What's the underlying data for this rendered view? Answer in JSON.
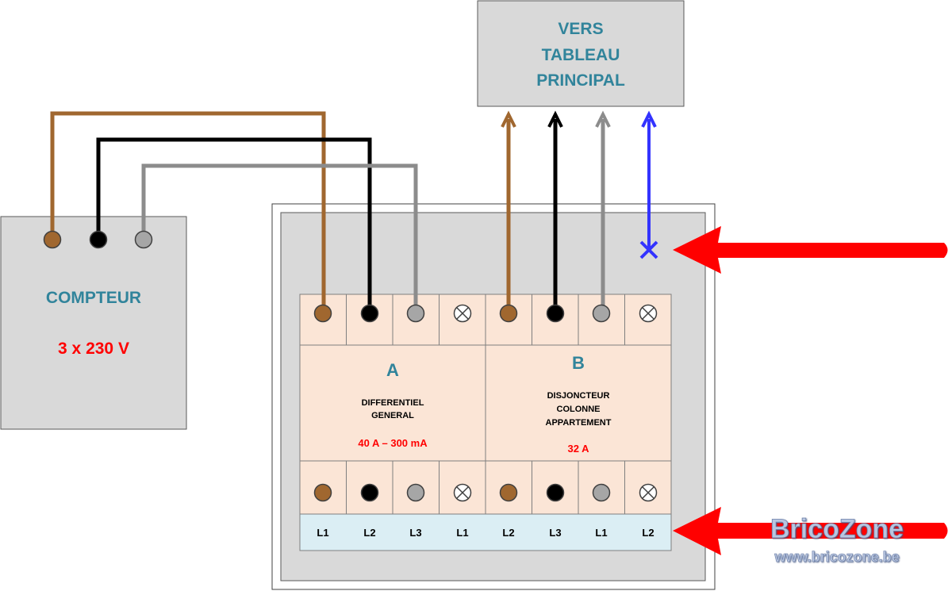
{
  "colors": {
    "brown": "#a0672f",
    "black": "#000000",
    "grey": "#8c8c8c",
    "blue": "#3333ff",
    "red": "#ff0000",
    "teal": "#31849b",
    "box_fill": "#d9d9d9",
    "panel_fill": "#fbe5d6",
    "strip_fill": "#dbeef4"
  },
  "compteur": {
    "title": "COMPTEUR",
    "voltage": "3 x 230 V",
    "terminal_icons": [
      "brown-terminal-icon",
      "black-terminal-icon",
      "grey-terminal-icon"
    ]
  },
  "tableau": {
    "line1": "VERS",
    "line2": "TABLEAU",
    "line3": "PRINCIPAL"
  },
  "module_a": {
    "letter": "A",
    "line1": "DIFFERENTIEL",
    "line2": "GENERAL",
    "rating": "40 A – 300 mA"
  },
  "module_b": {
    "letter": "B",
    "line1": "DISJONCTEUR",
    "line2": "COLONNE",
    "line3": "APPARTEMENT",
    "rating": "32 A"
  },
  "phase_labels": [
    "L1",
    "L2",
    "L3",
    "L1",
    "L2",
    "L3",
    "L1",
    "L2"
  ],
  "watermark": {
    "brand": "BricoZone",
    "url": "www.bricozone.be"
  }
}
